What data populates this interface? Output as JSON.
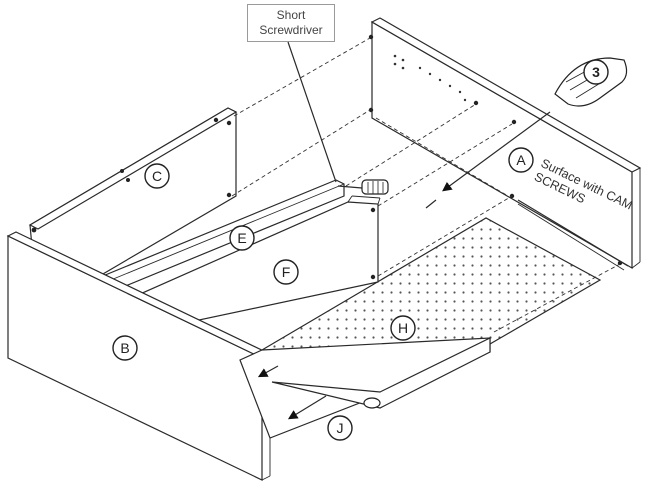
{
  "callout": {
    "line1": "Short",
    "line2": "Screwdriver"
  },
  "labels": {
    "A": "A",
    "B": "B",
    "C": "C",
    "E": "E",
    "F": "F",
    "H": "H",
    "J": "J",
    "step": "3"
  },
  "note": {
    "line1": "Surface with CAM",
    "line2": "SCREWS"
  }
}
